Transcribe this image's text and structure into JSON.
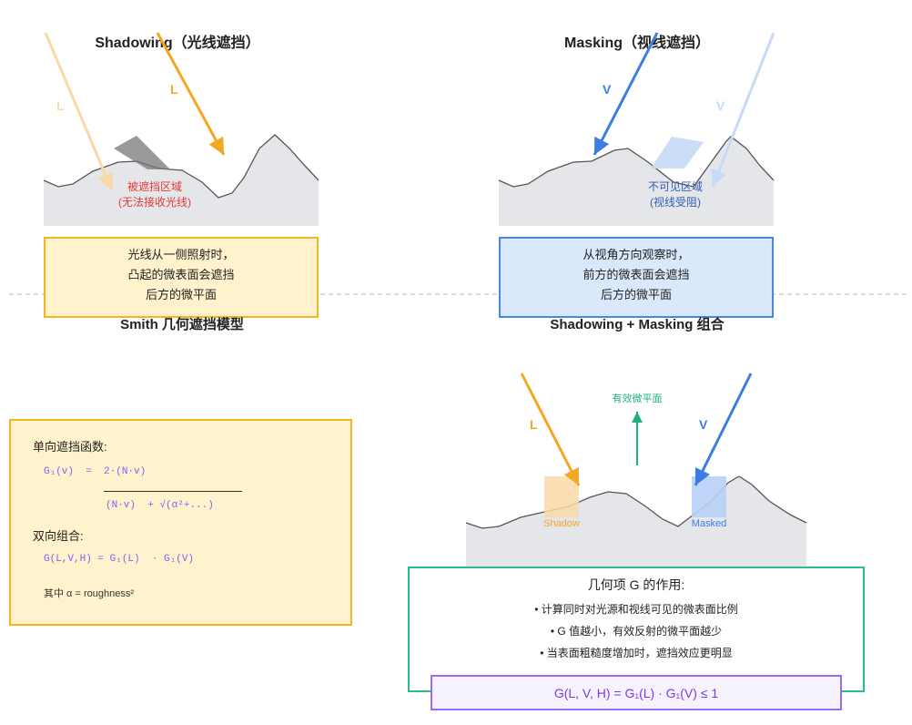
{
  "panels": {
    "shadowing": {
      "title": "Shadowing（光线遮挡）",
      "light_label_faded": "L",
      "light_label": "L",
      "region_line1": "被遮挡区域",
      "region_line2": "(无法接收光线)",
      "desc": [
        "光线从一侧照射时，",
        "凸起的微表面会遮挡",
        "后方的微平面"
      ]
    },
    "masking": {
      "title": "Masking（视线遮挡）",
      "view_label": "V",
      "view_label_faded": "V",
      "region_line1": "不可见区域",
      "region_line2": "(视线受阻)",
      "desc": [
        "从视角方向观察时，",
        "前方的微表面会遮挡",
        "后方的微平面"
      ]
    },
    "smith": {
      "title": "Smith 几何遮挡模型",
      "one_way_heading": "单向遮挡函数:",
      "formula_lhs": "G₁(v)  =  2·(N·v)",
      "formula_den": "(N·v)  + √(α²+...)",
      "two_way_heading": "双向组合:",
      "formula_combined": "G(L,V,H) = G₁(L)  · G₁(V)",
      "note": "其中 α = roughness²"
    },
    "combined": {
      "title": "Shadowing + Masking 组合",
      "light_label": "L",
      "view_label": "V",
      "normal_label": "有效微平面",
      "shadow_label": "Shadow",
      "masked_label": "Masked",
      "g_heading": "几何项 G 的作用:",
      "bullets": [
        "• 计算同时对光源和视线可见的微表面比例",
        "• G 值越小，有效反射的微平面越少",
        "• 当表面粗糙度增加时，遮挡效应更明显"
      ],
      "formula": "G(L, V, H) = G₁(L) · G₁(V)  ≤ 1"
    }
  },
  "colors": {
    "orange": "#f5a623",
    "blue": "#3b7de0",
    "green": "#1fb37a",
    "red": "#e53935",
    "purple": "#8b5cf6",
    "surface": "#e5e6ea",
    "yellow_fill": "#fff2cc",
    "blue_fill": "#dae8fc",
    "purple_fill": "#f6f3ff"
  }
}
